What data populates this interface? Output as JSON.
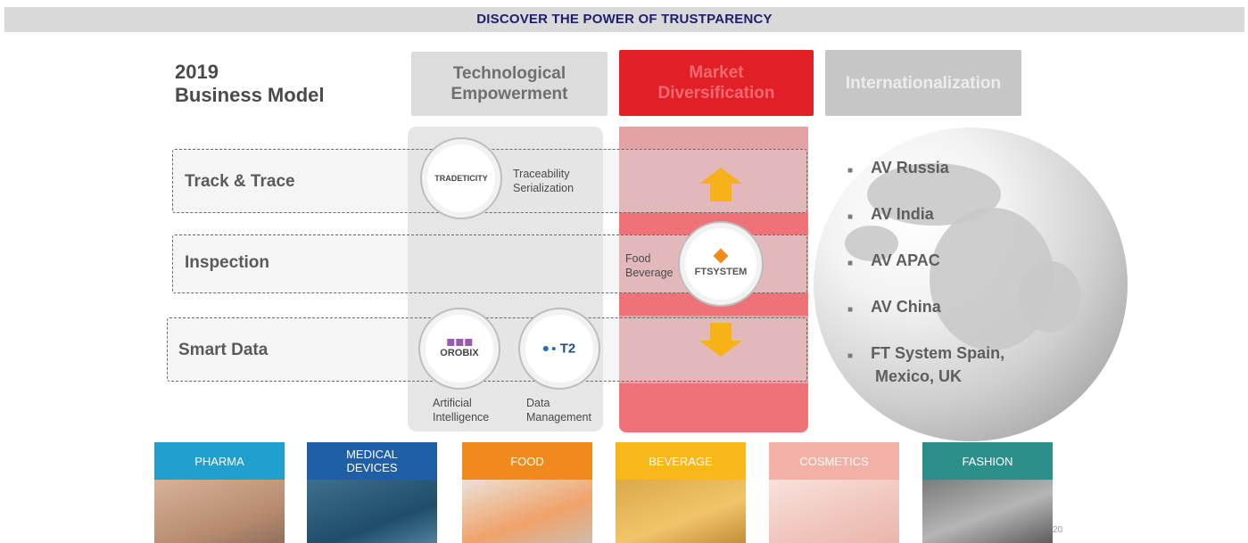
{
  "banner": {
    "text": "DISCOVER THE POWER OF TRUSTPARENCY"
  },
  "title": {
    "line1": "2019",
    "line2": "Business Model"
  },
  "columns": [
    {
      "line1": "Technological",
      "line2": "Empowerment"
    },
    {
      "line1": "Market",
      "line2": "Diversification"
    },
    {
      "line1": "Internationalization",
      "line2": ""
    }
  ],
  "rows": [
    {
      "label": "Track & Trace"
    },
    {
      "label": "Inspection"
    },
    {
      "label": "Smart Data"
    }
  ],
  "tradeticity": {
    "logo": "TRADETICITY",
    "caption1": "Traceability",
    "caption2": "Serialization"
  },
  "ftsystem": {
    "logo": "FTSYSTEM",
    "caption1": "Food",
    "caption2": "Beverage"
  },
  "orobix": {
    "logo": "OROBIX",
    "caption1": "Artificial",
    "caption2": "Intelligence"
  },
  "t2": {
    "logo": "T2",
    "caption1": "Data",
    "caption2": "Management"
  },
  "international": {
    "items": [
      "AV Russia",
      "AV India",
      "AV APAC",
      "AV China",
      "FT System Spain,",
      "Mexico, UK"
    ]
  },
  "sectors": [
    {
      "label": "PHARMA",
      "label2": "",
      "color": "#1fa0cf"
    },
    {
      "label": "MEDICAL",
      "label2": "DEVICES",
      "color": "#1e5fa8"
    },
    {
      "label": "FOOD",
      "label2": "",
      "color": "#f18a1c"
    },
    {
      "label": "BEVERAGE",
      "label2": "",
      "color": "#f8b81c"
    },
    {
      "label": "COSMETICS",
      "label2": "",
      "color": "#f3b0a4"
    },
    {
      "label": "FASHION",
      "label2": "",
      "color": "#2c8f8a"
    }
  ],
  "page_number": "20",
  "colors": {
    "accent_red": "#e21e26",
    "arrow": "#f7b21a",
    "banner_text": "#1d1f6b"
  },
  "icons": [
    "up-arrow-icon",
    "down-arrow-icon",
    "globe-icon"
  ]
}
